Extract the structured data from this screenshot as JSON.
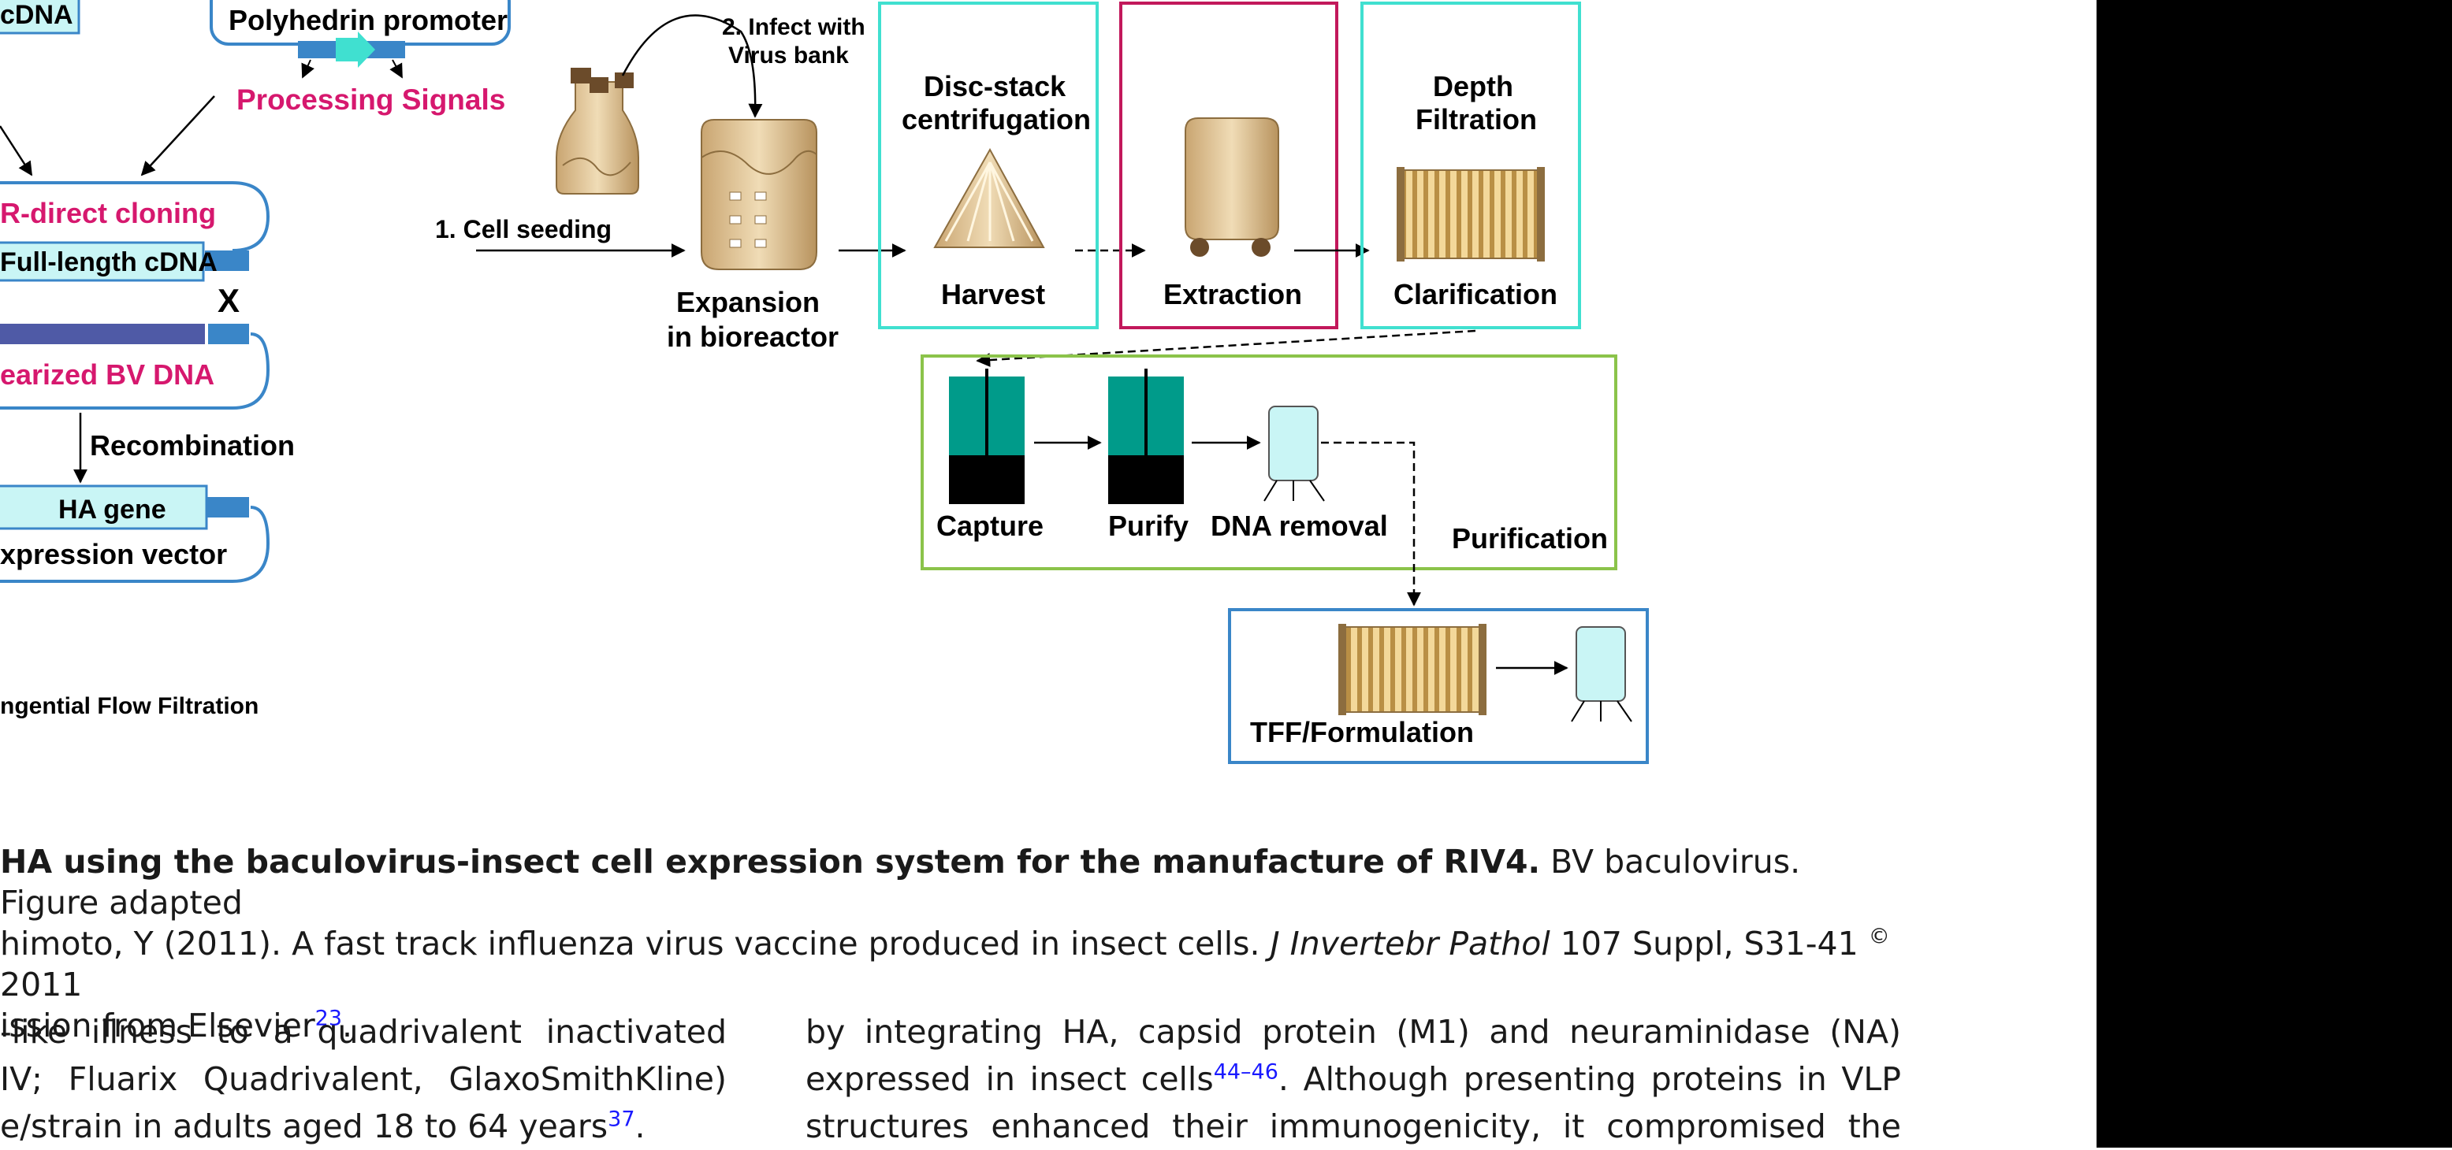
{
  "figure": {
    "left_panel": {
      "top_box": "cDNA",
      "promoter_box": "Polyhedrin promoter",
      "processing_signals": "Processing Signals",
      "cloning_label": "R-direct cloning",
      "fulllength_label": "Full-length cDNA",
      "cross_symbol": "X",
      "linearized_label": "earized BV DNA",
      "recombination_label": "Recombination",
      "ha_gene_label": "HA gene",
      "expression_vector_label": "xpression vector",
      "tff_footnote": "ngential Flow Filtration"
    },
    "upstream": {
      "step1": "1. Cell seeding",
      "step2_line1": "2. Infect with",
      "step2_line2": "Virus bank",
      "expansion_line1": "Expansion",
      "expansion_line2": "in bioreactor",
      "disc_line1": "Disc-stack",
      "disc_line2": "centrifugation",
      "harvest": "Harvest",
      "extraction": "Extraction",
      "depth_line1": "Depth",
      "depth_line2": "Filtration",
      "clarification": "Clarification"
    },
    "purification": {
      "capture": "Capture",
      "purify": "Purify",
      "dna_removal": "DNA removal",
      "purification_title": "Purification",
      "tff_formulation": "TFF/Formulation"
    },
    "colors": {
      "cyan_box": "#40e0d0",
      "magenta_box": "#c2185b",
      "green_box": "#8bc34a",
      "blue_box": "#3a86c8",
      "magenta_text": "#d6186e",
      "teal_column": "#009b8a",
      "vector_blue": "#3a86c8",
      "bv_purple": "#4f5aa6",
      "light_cyan_fill": "#c9f5f5"
    }
  },
  "caption": {
    "bold_part": "HA using the baculovirus-insect cell expression system for the manufacture of RIV4.",
    "rest_line1": " BV baculovirus. Figure adapted",
    "line2_a": "himoto, Y (2011). A fast track influenza virus vaccine produced in insect cells. ",
    "line2_journal": "J Invertebr Pathol",
    "line2_b": " 107 Suppl, S31-41 ",
    "line2_copyright": "©",
    "line2_c": " 2011",
    "line3": "ission from Elsevier",
    "line3_ref": "23",
    "line3_end": "."
  },
  "body_text": {
    "left_col": [
      "-like  illness  to  a  quadrivalent  inactivated",
      "IV;  Fluarix  Quadrivalent,  GlaxoSmithKline)",
      "e/strain  in  adults  aged  18  to  64  years"
    ],
    "left_col_ref": "37",
    "left_col_end": ".",
    "right_col_line1": "by integrating HA, capsid protein (M1) and neuraminidase (NA)",
    "right_col_line2_a": "expressed in insect cells",
    "right_col_line2_ref": "44–46",
    "right_col_line2_b": ". Although presenting proteins in VLP",
    "right_col_line3": "structures enhanced their immunogenicity, it compromised the"
  }
}
